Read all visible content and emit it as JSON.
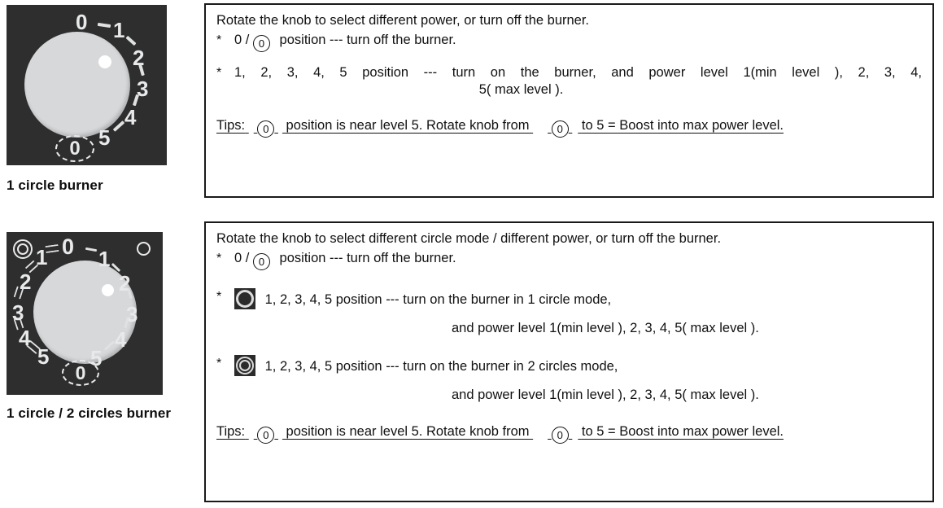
{
  "figures": [
    {
      "id": "one-circle-burner",
      "caption": "1 circle burner",
      "knob": {
        "right_scale": [
          "0",
          "1",
          "2",
          "3",
          "4",
          "5"
        ],
        "off_marker": "0",
        "mode_icons": []
      }
    },
    {
      "id": "one-circle-two-circles-burner",
      "caption": "1 circle / 2 circles burner",
      "knob": {
        "left_scale": [
          "1",
          "2",
          "3",
          "4",
          "5"
        ],
        "top_center": "0",
        "right_scale": [
          "1",
          "2",
          "3",
          "4",
          "5"
        ],
        "off_marker": "0",
        "mode_icons": [
          "two-circles-ring-icon",
          "one-circle-ring-icon"
        ]
      }
    }
  ],
  "panels": [
    {
      "id": "panel-one-circle",
      "intro": "Rotate the knob to select different power, or turn off the burner.",
      "bullets": [
        {
          "star": "*",
          "pre": "0 /",
          "circled": "0",
          "post": "position --- turn off the burner."
        },
        {
          "star": "*",
          "text": "1, 2, 3, 4, 5 position --- turn on the burner, and power level 1(min level ), 2, 3, 4,",
          "text2": "5( max level )."
        }
      ],
      "tips": {
        "label": "Tips:",
        "circled_a": "0",
        "mid": "position is near level 5. Rotate knob from",
        "circled_b": "0",
        "end": "to 5 = Boost into max power level."
      }
    },
    {
      "id": "panel-one-two-circles",
      "intro": "Rotate the knob to select different circle mode / different power, or turn off the burner.",
      "bullets": [
        {
          "star": "*",
          "pre": "0 /",
          "circled": "0",
          "post": "position --- turn off the burner."
        },
        {
          "star": "*",
          "badge": "one-circle-ring-icon",
          "text": "1, 2, 3, 4, 5 position --- turn on the burner in 1 circle mode,",
          "text2": "and power level 1(min level ), 2, 3, 4, 5( max level )."
        },
        {
          "star": "*",
          "badge": "two-circles-ring-icon",
          "text": "1, 2, 3, 4, 5 position --- turn on the burner in 2 circles mode,",
          "text2": "and power level 1(min level ), 2, 3, 4, 5( max level )."
        }
      ],
      "tips": {
        "label": "Tips:",
        "circled_a": "0",
        "mid": "position is near level 5. Rotate knob from",
        "circled_b": "0",
        "end": "to 5 = Boost into max power level."
      }
    }
  ],
  "colors": {
    "plate": "#2e2e2e",
    "dial": "#d6d8da",
    "mark": "#e8e9ea",
    "border": "#1a1a1a",
    "text": "#111111"
  }
}
